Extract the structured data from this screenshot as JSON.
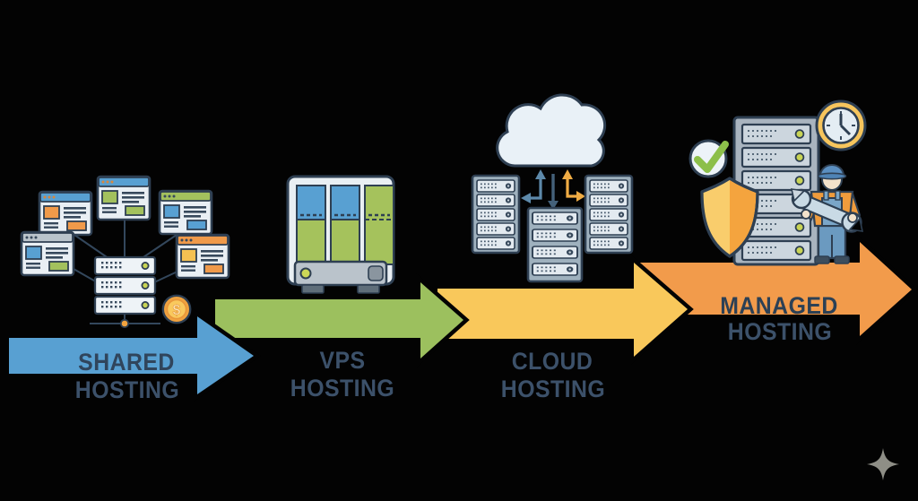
{
  "diagram": {
    "description": "Hosting evolution flow diagram",
    "stages": [
      {
        "line1": "SHARED",
        "line2": "HOSTING",
        "arrow_color": "#58a0d2",
        "icon": "shared-websites-on-one-server"
      },
      {
        "line1": "VPS",
        "line2": "HOSTING",
        "arrow_color": "#9cc05e",
        "icon": "partitioned-server"
      },
      {
        "line1": "CLOUD",
        "line2": "HOSTING",
        "arrow_color": "#f9c85b",
        "icon": "cloud-linked-server-racks"
      },
      {
        "line1": "MANAGED",
        "line2": "HOSTING",
        "arrow_color": "#f29b4b",
        "icon": "server-with-shield-check-clock-technician"
      }
    ],
    "coin": {
      "symbol": "$"
    },
    "palette": {
      "background": "#030303",
      "outline": "#2e3f52",
      "blue": "#58a0d2",
      "green": "#9cc05e",
      "yellow": "#f9c85b",
      "orange": "#f29b4b",
      "label_on_black": "#3c516a",
      "label_on_arrow": "#30455c"
    },
    "watermark": "sparkle"
  }
}
